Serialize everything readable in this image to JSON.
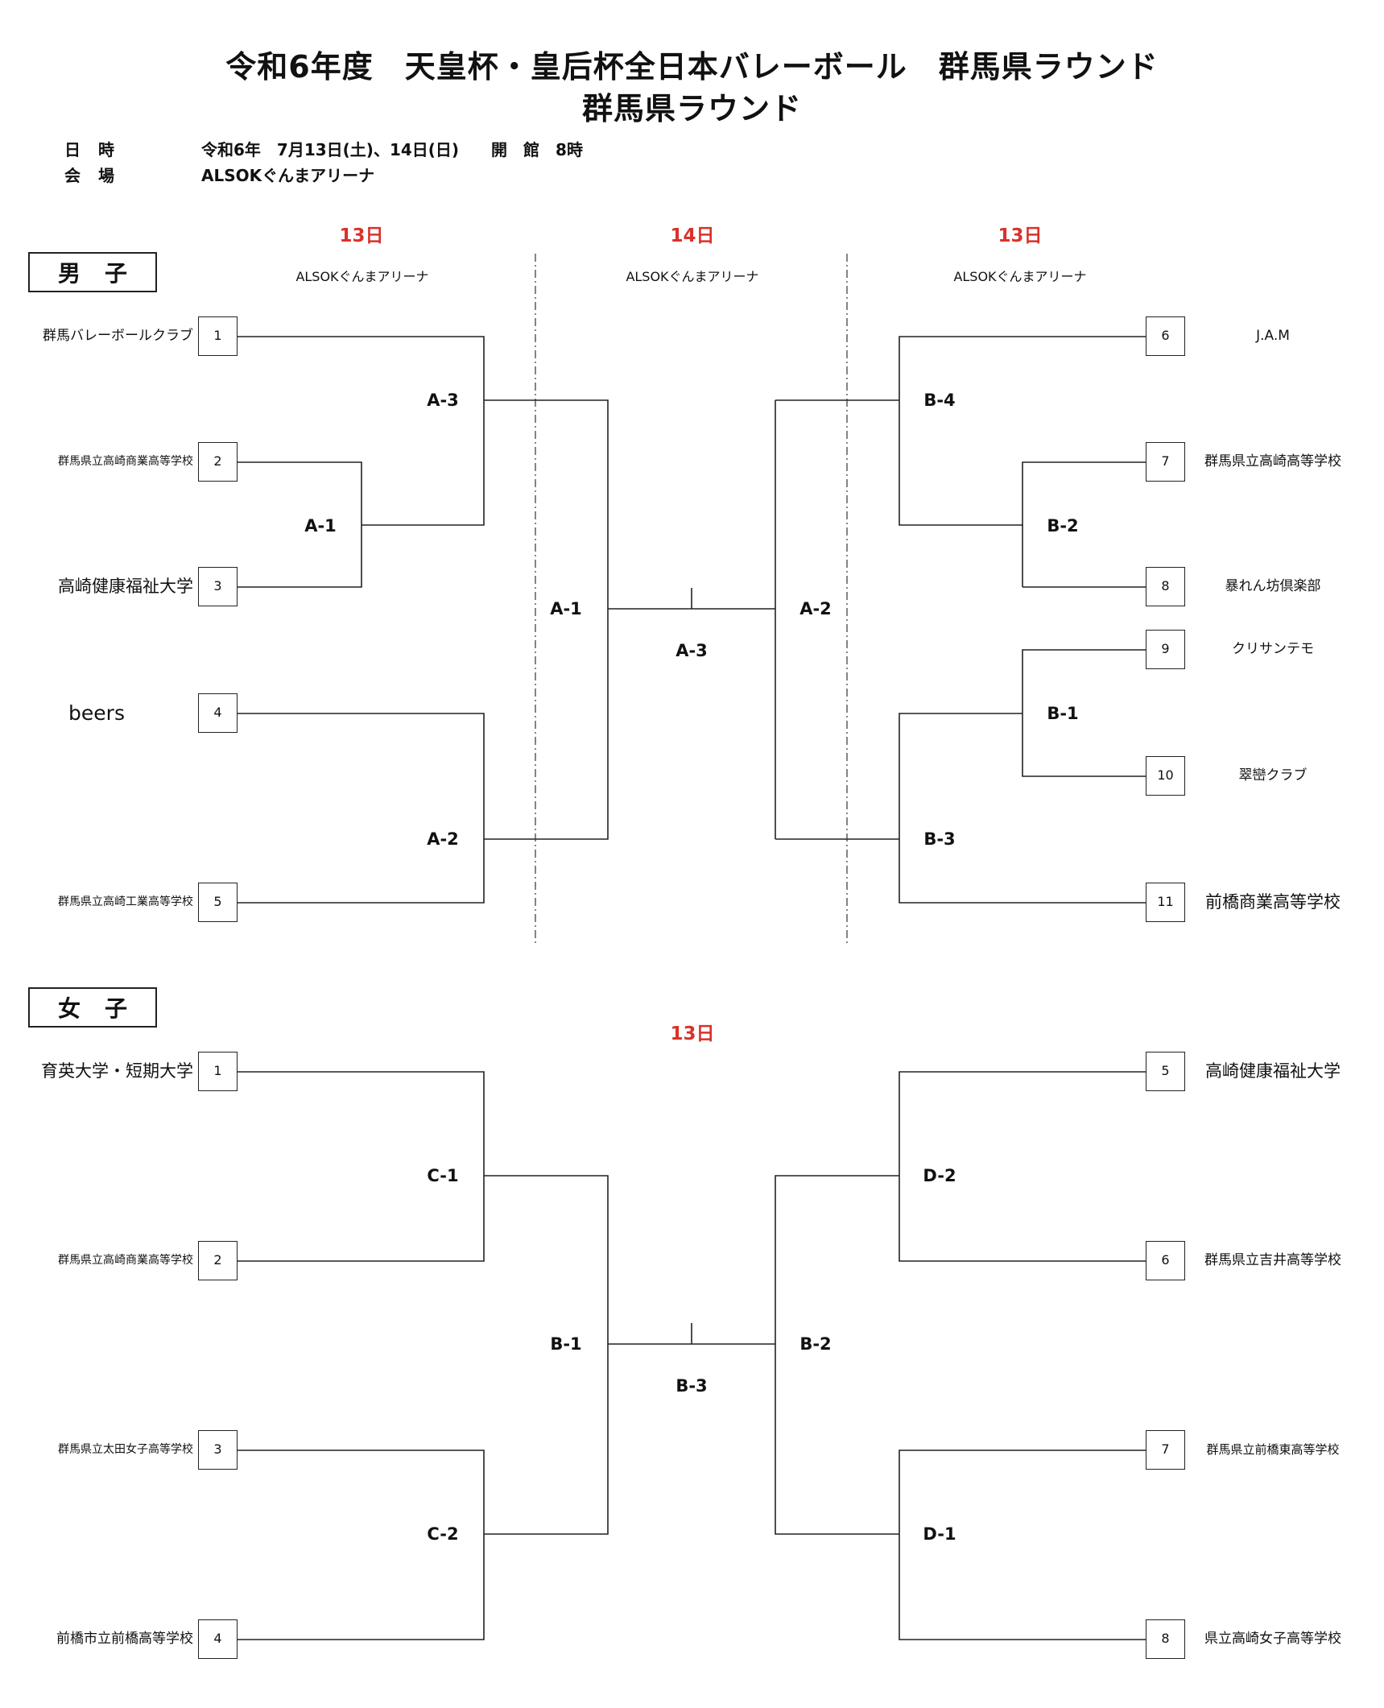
{
  "title": {
    "line1": "令和6年度　天皇杯・皇后杯全日本バレーボール　群馬県ラウンド",
    "line2": "群馬県ラウンド"
  },
  "info": {
    "date_label": "日時",
    "date_value": "令和6年　7月13日(土)、14日(日)　　開　館　8時",
    "venue_label": "会場",
    "venue_value": "ALSOKぐんまアリーナ"
  },
  "men": {
    "label": "男子",
    "day_left": "13日",
    "day_center": "14日",
    "day_right": "13日",
    "venue_left": "ALSOKぐんまアリーナ",
    "venue_center": "ALSOKぐんまアリーナ",
    "venue_right": "ALSOKぐんまアリーナ",
    "teams": [
      {
        "seed": "1",
        "name": "群馬バレーボールクラブ"
      },
      {
        "seed": "2",
        "name": "群馬県立高崎商業高等学校"
      },
      {
        "seed": "3",
        "name": "高崎健康福祉大学"
      },
      {
        "seed": "4",
        "name": "beers"
      },
      {
        "seed": "5",
        "name": "群馬県立高崎工業高等学校"
      },
      {
        "seed": "6",
        "name": "J.A.M"
      },
      {
        "seed": "7",
        "name": "群馬県立高崎高等学校"
      },
      {
        "seed": "8",
        "name": "暴れん坊倶楽部"
      },
      {
        "seed": "9",
        "name": "クリサンテモ"
      },
      {
        "seed": "10",
        "name": "翠巒クラブ"
      },
      {
        "seed": "11",
        "name": "前橋商業高等学校"
      }
    ],
    "matches": {
      "a1": "A-1",
      "a2": "A-2",
      "a3": "A-3",
      "b1": "B-1",
      "b2": "B-2",
      "b3": "B-3",
      "b4": "B-4",
      "semi_left": "A-1",
      "semi_right": "A-2",
      "final": "A-3"
    }
  },
  "women": {
    "label": "女子",
    "day": "13日",
    "teams": [
      {
        "seed": "1",
        "name": "育英大学・短期大学"
      },
      {
        "seed": "2",
        "name": "群馬県立高崎商業高等学校"
      },
      {
        "seed": "3",
        "name": "群馬県立太田女子高等学校"
      },
      {
        "seed": "4",
        "name": "前橋市立前橋高等学校"
      },
      {
        "seed": "5",
        "name": "高崎健康福祉大学"
      },
      {
        "seed": "6",
        "name": "群馬県立吉井高等学校"
      },
      {
        "seed": "7",
        "name": "群馬県立前橋東高等学校"
      },
      {
        "seed": "8",
        "name": "県立高崎女子高等学校"
      }
    ],
    "matches": {
      "c1": "C-1",
      "c2": "C-2",
      "d1": "D-1",
      "d2": "D-2",
      "semi_left": "B-1",
      "semi_right": "B-2",
      "final": "B-3"
    }
  }
}
